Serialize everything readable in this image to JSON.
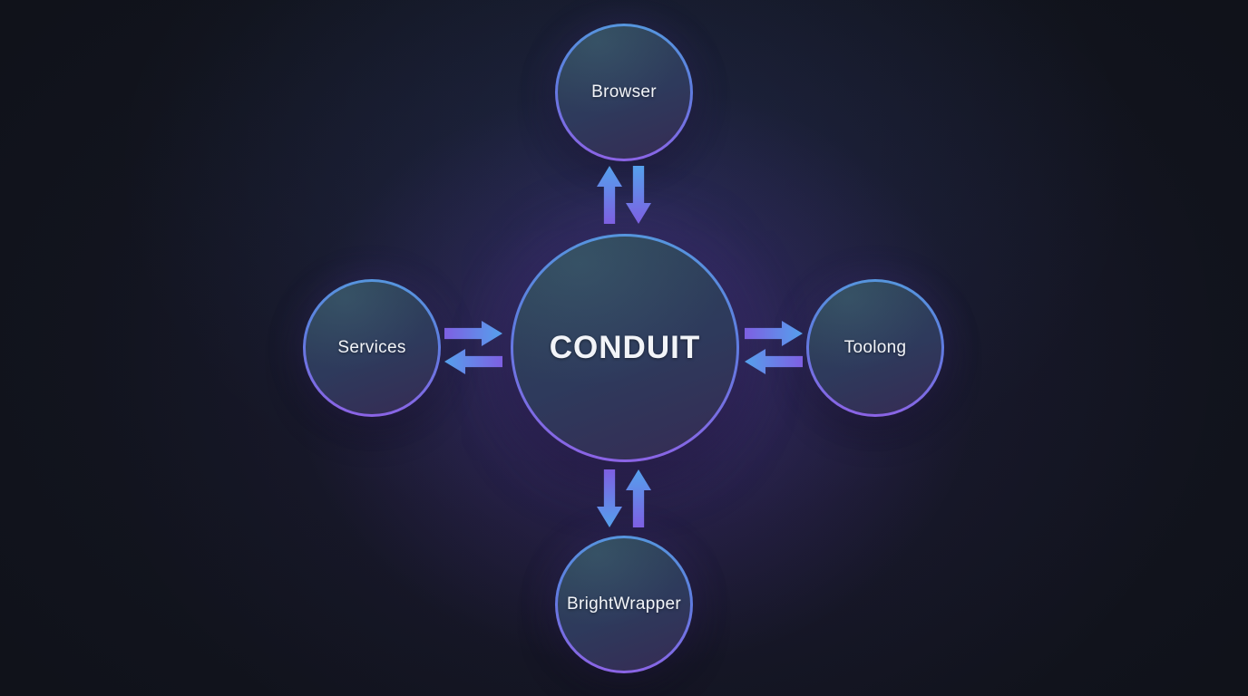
{
  "diagram": {
    "center": {
      "label": "CONDUIT"
    },
    "nodes": [
      {
        "id": "browser",
        "label": "Browser",
        "position": "top"
      },
      {
        "id": "services",
        "label": "Services",
        "position": "left"
      },
      {
        "id": "toolong",
        "label": "Toolong",
        "position": "right"
      },
      {
        "id": "brightwrapper",
        "label": "BrightWrapper",
        "position": "bottom"
      }
    ],
    "connections": [
      {
        "from": "CONDUIT",
        "to": "Browser",
        "bidirectional": true
      },
      {
        "from": "CONDUIT",
        "to": "Services",
        "bidirectional": true
      },
      {
        "from": "CONDUIT",
        "to": "Toolong",
        "bidirectional": true
      },
      {
        "from": "CONDUIT",
        "to": "BrightWrapper",
        "bidirectional": true
      }
    ],
    "colors": {
      "background": "#0e1014",
      "arrow_blue": "#55a1ec",
      "arrow_purple": "#7e5fe2",
      "ring_top": "#5598dd",
      "ring_bottom": "#8f62e6",
      "node_fill_top": "#2d4456",
      "node_fill_mid": "#2e3a5c",
      "node_fill_bottom": "#362b54",
      "label": "#f2f4f8"
    }
  }
}
